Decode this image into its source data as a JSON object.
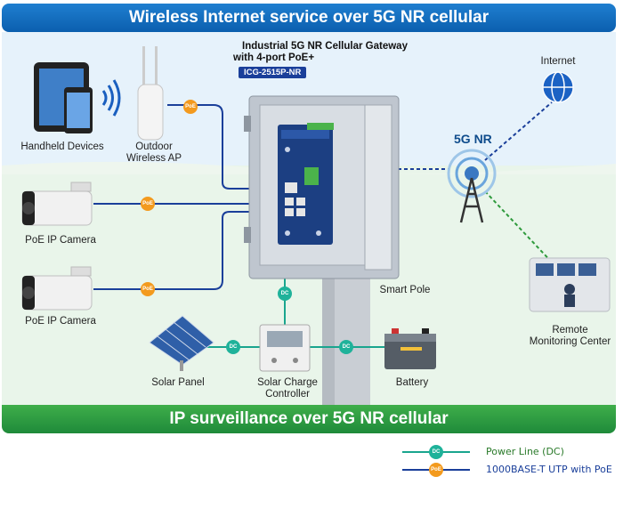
{
  "banners": {
    "top": "Wireless Internet service over 5G NR cellular",
    "bottom": "IP surveillance over 5G NR cellular"
  },
  "gateway": {
    "title_line1": "Industrial 5G NR Cellular Gateway",
    "title_line2": "with 4-port PoE+",
    "model": "ICG-2515P-NR"
  },
  "labels": {
    "handheld": "Handheld Devices",
    "outdoor_ap_line1": "Outdoor",
    "outdoor_ap_line2": "Wireless AP",
    "camera1": "PoE IP Camera",
    "camera2": "PoE IP Camera",
    "internet": "Internet",
    "nr": "5G NR",
    "smart_pole": "Smart Pole",
    "remote_line1": "Remote",
    "remote_line2": "Monitoring Center",
    "solar_panel": "Solar Panel",
    "charge_line1": "Solar Charge",
    "charge_line2": "Controller",
    "battery": "Battery"
  },
  "badges": {
    "poe": "PoE",
    "dc": "DC"
  },
  "legend": {
    "power": "Power Line (DC)",
    "utp": "1000BASE-T UTP with PoE"
  },
  "colors": {
    "blue_banner": "#0b5fae",
    "green_banner": "#1f8a3a",
    "utp_line": "#1a3f9a",
    "dc_line": "#19a58e",
    "poe_badge": "#f39a1e",
    "dc_badge": "#1fb29a",
    "top_zone": "#e6f2fb",
    "bottom_zone": "#e9f5ea",
    "legend_power_text": "#2a7a2a",
    "legend_utp_text": "#1a3f9a"
  }
}
